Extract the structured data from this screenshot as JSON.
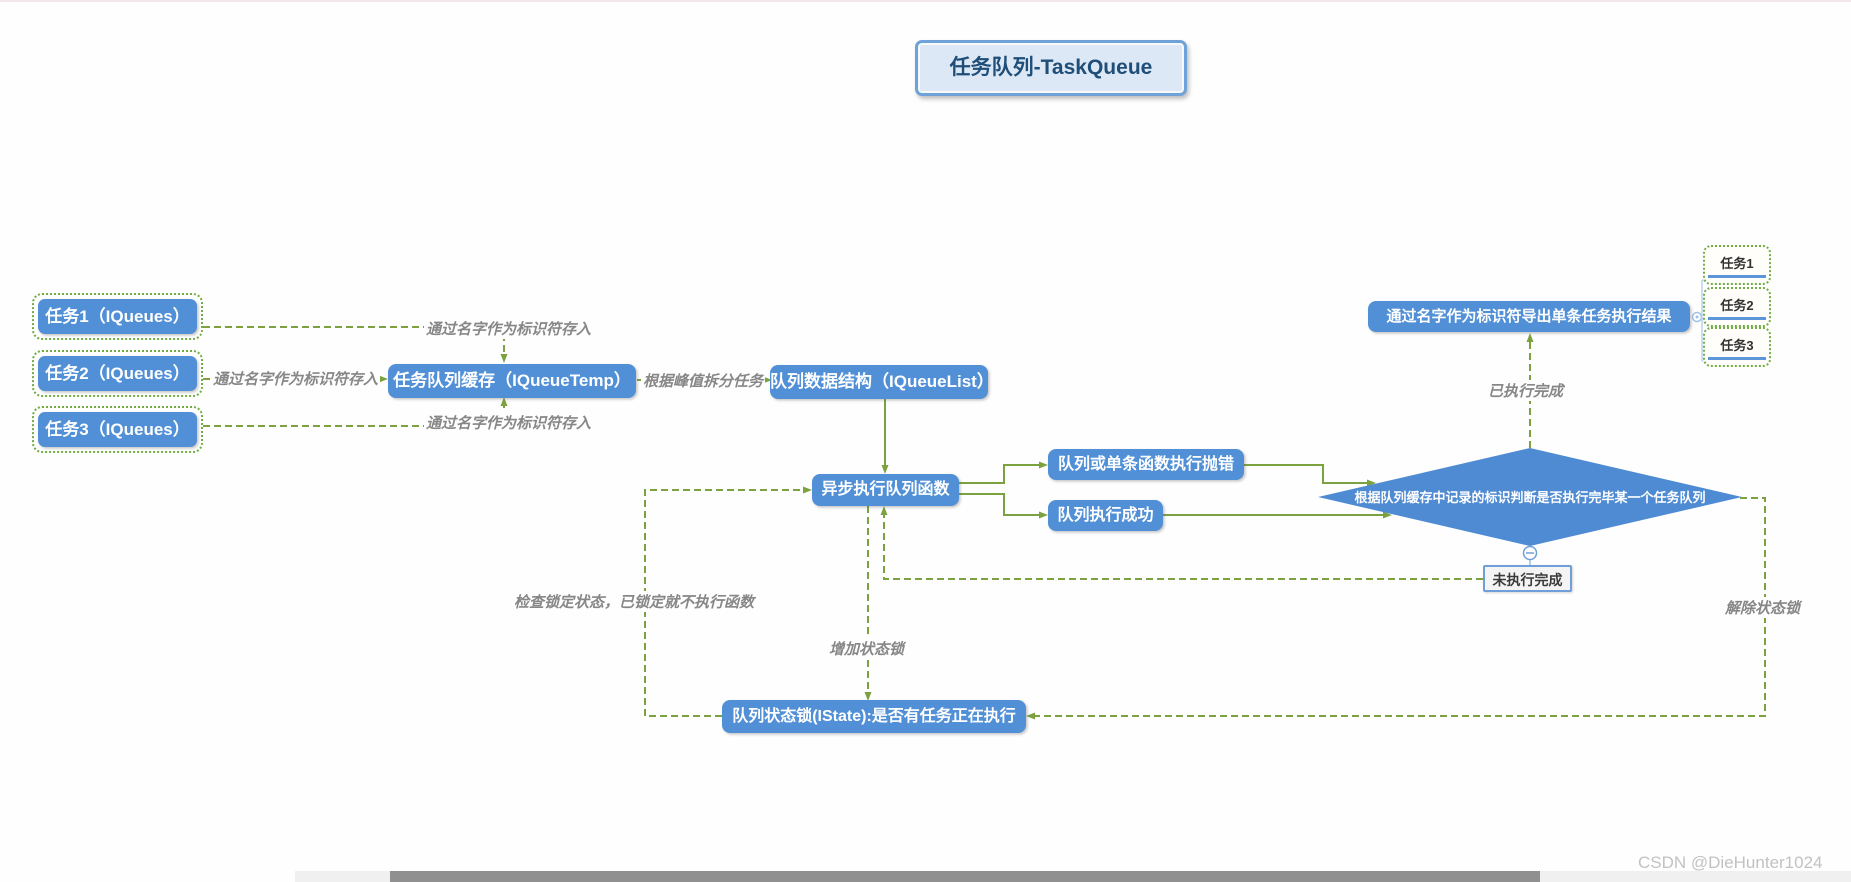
{
  "title": "任务队列-TaskQueue",
  "left_tasks": [
    "任务1（IQueues）",
    "任务2（IQueues）",
    "任务3（IQueues）"
  ],
  "nodes": {
    "queue_temp": "任务队列缓存（IQueueTemp）",
    "queue_list": "队列数据结构（IQueueList）",
    "async_exec": "异步执行队列函数",
    "throw_error": "队列或单条函数执行抛错",
    "exec_success": "队列执行成功",
    "judge_diamond": "根据队列缓存中记录的标识判断是否执行完毕某一个任务队列",
    "export_result": "通过名字作为标识符导出单条任务执行结果",
    "not_done": "未执行完成",
    "state_lock": "队列状态锁(IState):是否有任务正在执行"
  },
  "right_tasks": [
    "任务1",
    "任务2",
    "任务3"
  ],
  "edge_labels": {
    "store_by_name_1": "通过名字作为标识符存入",
    "store_by_name_2": "通过名字作为标识符存入",
    "store_by_name_3": "通过名字作为标识符存入",
    "split_by_peak": "根据峰值拆分任务",
    "done": "已执行完成",
    "check_lock": "检查锁定状态，已锁定就不执行函数",
    "add_lock": "增加状态锁",
    "release_lock": "解除状态锁"
  },
  "watermark": "CSDN @DieHunter1024",
  "colors": {
    "node_blue": "#5190d6",
    "diamond_blue": "#4f8bd3",
    "edge_green": "#7ba23e",
    "selection_green": "#71ad43",
    "title_bg": "#dce8f6",
    "title_border": "#6ea2d8",
    "title_text": "#1f4e79",
    "label_gray": "#878787",
    "watermark_gray": "#c2c2c2"
  }
}
